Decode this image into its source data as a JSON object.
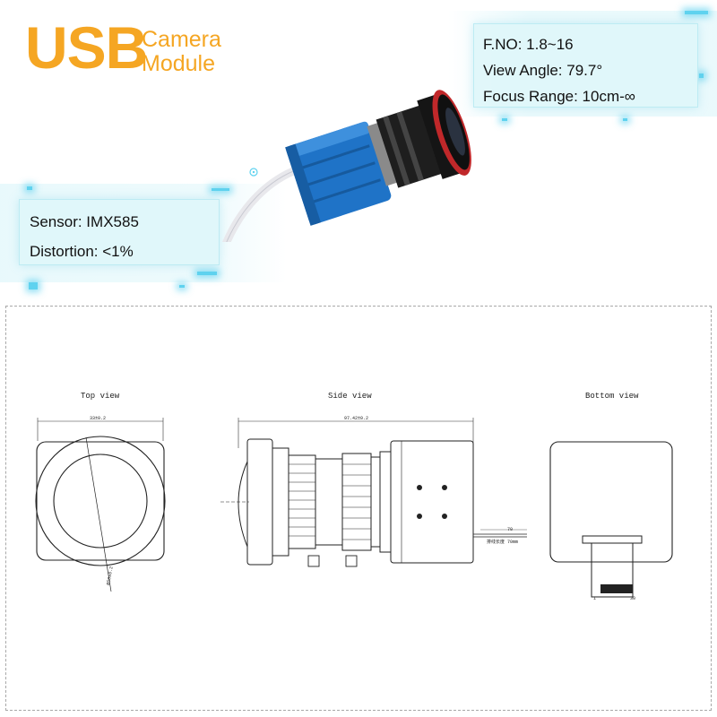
{
  "header": {
    "usb": "USB",
    "camera": "Camera",
    "module": "Module",
    "accent_color": "#f5a623"
  },
  "specs_right": {
    "fno": "F.NO: 1.8~16",
    "view_angle": "View Angle: 79.7°",
    "focus_range": "Focus Range: 10cm-∞"
  },
  "specs_left": {
    "sensor": "Sensor: IMX585",
    "distortion": "Distortion: <1%"
  },
  "colors": {
    "camera_body": "#1f73c7",
    "lens": "#202020",
    "lens_ring": "#c0282a",
    "panel_glow": "#5fd2ef"
  },
  "drawing": {
    "top_view_label": "Top view",
    "side_view_label": "Side view",
    "bottom_view_label": "Bottom view",
    "top_dim": "33±0.2",
    "side_dim": "97.42±0.2",
    "cable_dim": "70",
    "cable_note": "排线长度 70mm",
    "pin_start": "1",
    "pin_end": "30"
  }
}
